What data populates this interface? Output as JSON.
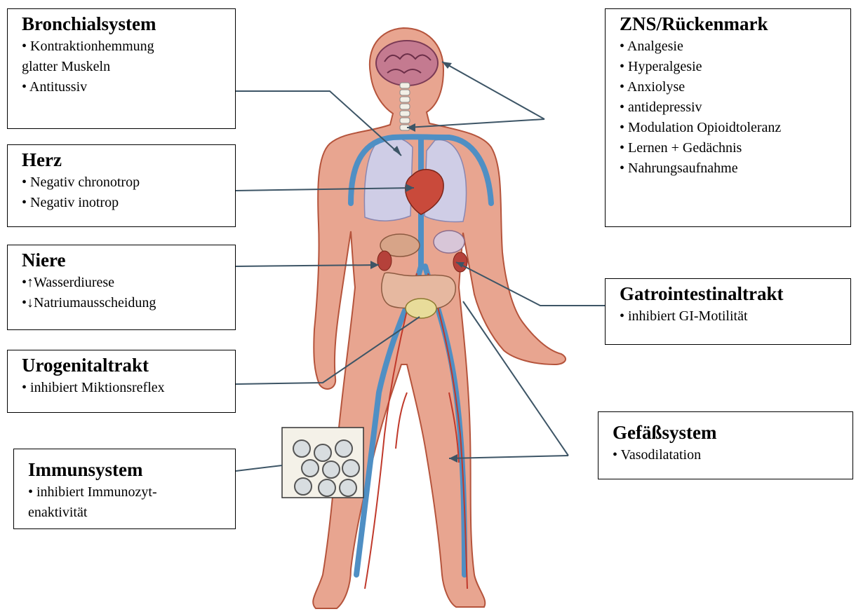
{
  "boxes": {
    "bronchial": {
      "title": "Bronchialsystem",
      "items": [
        "• Kontraktionhemmung",
        "glatter Muskeln",
        "• Antitussiv"
      ]
    },
    "herz": {
      "title": "Herz",
      "items": [
        "• Negativ chronotrop",
        "• Negativ inotrop"
      ]
    },
    "niere": {
      "title": "Niere",
      "items": [
        "•↑Wasserdiurese",
        "•↓Natriumausscheidung"
      ]
    },
    "uro": {
      "title": "Urogenitaltrakt",
      "items": [
        "• inhibiert Miktionsreflex"
      ]
    },
    "immun": {
      "title": "Immunsystem",
      "items": [
        "• inhibiert Immunozyt-",
        "enaktivität"
      ]
    },
    "zns": {
      "title": "ZNS/Rückenmark",
      "items": [
        "• Analgesie",
        "• Hyperalgesie",
        "• Anxiolyse",
        "• antidepressiv",
        "• Modulation Opioidtoleranz",
        "• Lernen + Gedächnis",
        "• Nahrungsaufnahme"
      ]
    },
    "gi": {
      "title": "Gatrointestinaltrakt",
      "items": [
        "• inhibiert GI-Motilität"
      ]
    },
    "gefaess": {
      "title": "Gefäßsystem",
      "items": [
        "• Vasodilatation"
      ]
    }
  },
  "colors": {
    "skin": "#e8a590",
    "skin_edge": "#b5543c",
    "vein": "#4f8fc4",
    "artery": "#c0392b",
    "lung": "#cfcde6",
    "connector": "#3d5566"
  }
}
